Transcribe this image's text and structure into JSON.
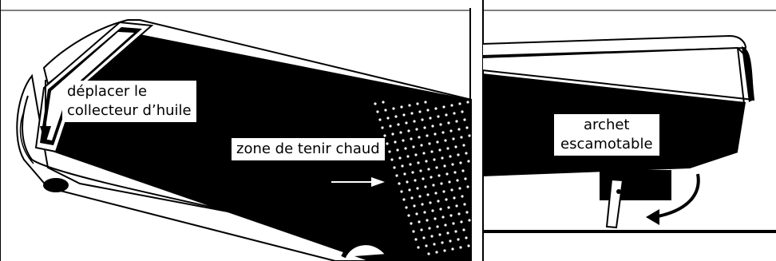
{
  "left_panel": {
    "labels": {
      "oil_tray": [
        "déplacer le",
        "collecteur d’huile"
      ],
      "keep_warm": [
        "zone de tenir chaud"
      ]
    }
  },
  "right_panel": {
    "labels": {
      "retractable_stand": [
        "archet",
        "escamotable"
      ]
    }
  },
  "colors": {
    "ink": "#000000",
    "paper": "#ffffff"
  }
}
